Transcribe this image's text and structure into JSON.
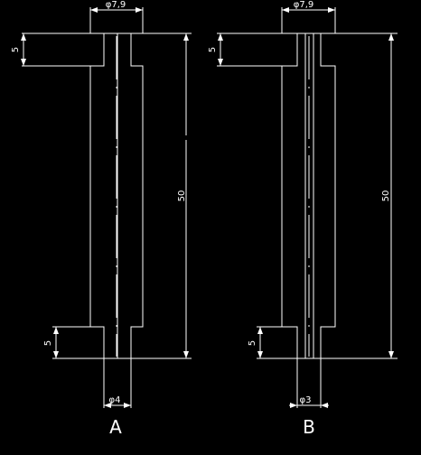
{
  "drawing": {
    "background": "#000000",
    "stroke_color": "#ffffff",
    "parts": [
      {
        "label": "A",
        "top_diameter": "φ7,9",
        "bottom_diameter": "φ4",
        "top_flange_height": "5",
        "bottom_flange_height": "5",
        "body_length": "50"
      },
      {
        "label": "B",
        "top_diameter": "φ7,9",
        "bottom_diameter": "φ3",
        "top_flange_height": "5",
        "bottom_flange_height": "5",
        "body_length": "50"
      }
    ]
  }
}
